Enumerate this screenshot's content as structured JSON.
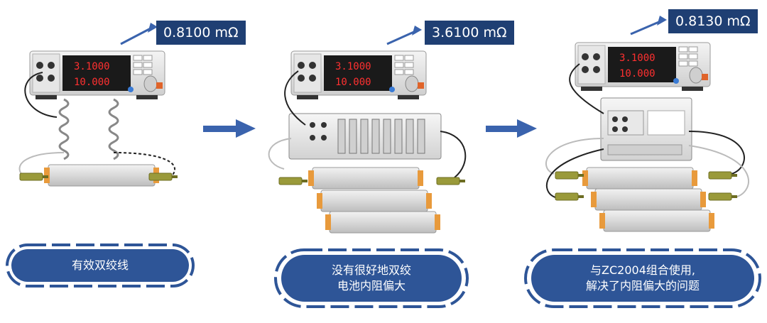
{
  "colors": {
    "accent": "#2e5597",
    "reading_bg": "#1f3f73",
    "arrow": "#3a63ad"
  },
  "panels": [
    {
      "reading": "0.8100 mΩ",
      "caption_lines": [
        "有效双绞线"
      ]
    },
    {
      "reading": "3.6100 mΩ",
      "caption_lines": [
        "没有很好地双绞",
        "电池内阻偏大"
      ]
    },
    {
      "reading": "0.8130 mΩ",
      "caption_lines": [
        "与ZC2004组合使用,",
        "解决了内阻偏大的问题"
      ]
    }
  ],
  "meter": {
    "display_top": "3.1000",
    "display_bottom": "10.000"
  }
}
